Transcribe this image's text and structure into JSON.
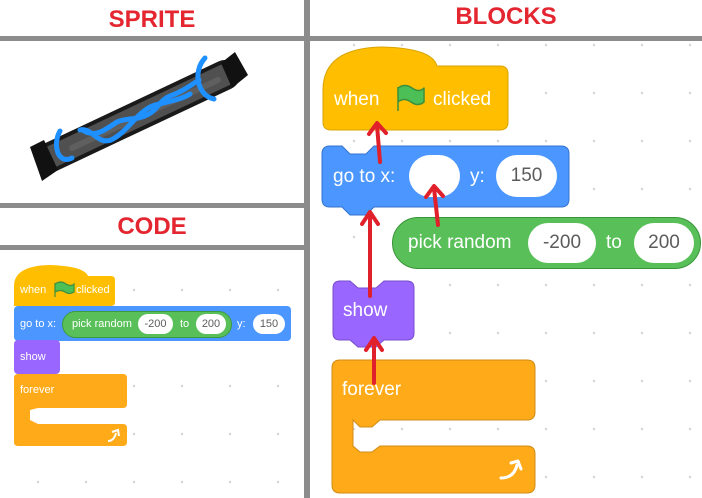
{
  "headers": {
    "sprite": "SPRITE",
    "blocks": "BLOCKS",
    "code": "CODE"
  },
  "code": {
    "when_label": "when",
    "clicked_label": "clicked",
    "goto_label": "go to x:",
    "pick_random_label": "pick random",
    "pick_from": "-200",
    "to_label": "to",
    "pick_to": "200",
    "y_label": "y:",
    "y_value": "150",
    "show_label": "show",
    "forever_label": "forever"
  },
  "blocks": {
    "when_label": "when",
    "clicked_label": "clicked",
    "goto_label": "go to x:",
    "x_value": "",
    "y_label": "y:",
    "y_value": "150",
    "pick_random_label": "pick random",
    "pick_from": "-200",
    "to_label": "to",
    "pick_to": "200",
    "show_label": "show",
    "forever_label": "forever"
  },
  "colors": {
    "header_text": "#e3262f",
    "events": "#ffbf00",
    "motion": "#4c97ff",
    "operators": "#59c059",
    "looks": "#9966ff",
    "control": "#ffab19",
    "flag": "#4cbf56",
    "arrows": "#e0202a"
  },
  "icons": [
    "green-flag-icon",
    "loop-arrow-icon"
  ]
}
